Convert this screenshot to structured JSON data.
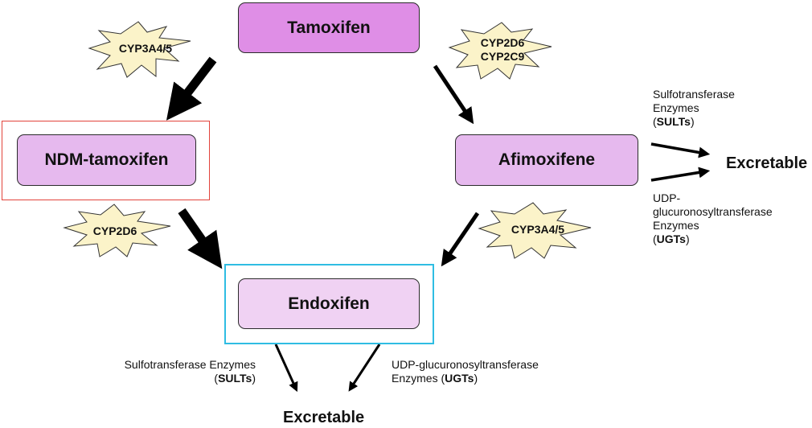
{
  "nodes": {
    "tamoxifen": "Tamoxifen",
    "ndm_tamoxifen": "NDM-tamoxifen",
    "afimoxifene": "Afimoxifene",
    "endoxifen": "Endoxifen"
  },
  "enzymes": {
    "tam_to_ndm": "CYP3A4/5",
    "tam_to_afi_line1": "CYP2D6",
    "tam_to_afi_line2": "CYP2C9",
    "ndm_to_endox": "CYP2D6",
    "afi_to_endox": "CYP3A4/5"
  },
  "afimoxifene_excretion": {
    "sult_line1": "Sulfotransferase",
    "sult_line2": "Enzymes",
    "sult_abbrev": "SULTs",
    "ugt_line1": "UDP-",
    "ugt_line2": "glucuronosyltransferase",
    "ugt_line3": "Enzymes",
    "ugt_abbrev": "UGTs",
    "excretable": "Excretable"
  },
  "endoxifen_excretion": {
    "sult_line1": "Sulfotransferase Enzymes",
    "sult_abbrev": "SULTs",
    "ugt_line1": "UDP-glucuronosyltransferase",
    "ugt_line2_prefix": "Enzymes",
    "ugt_abbrev": "UGTs",
    "excretable": "Excretable"
  },
  "colors": {
    "tamoxifen_fill": "#df8ee6",
    "intermediate_fill": "#e6b9ee",
    "endoxifen_fill": "#f0d2f3",
    "burst_fill": "#fbf3c9",
    "highlight_red": "#e2433b",
    "highlight_cyan": "#2fbde3"
  }
}
